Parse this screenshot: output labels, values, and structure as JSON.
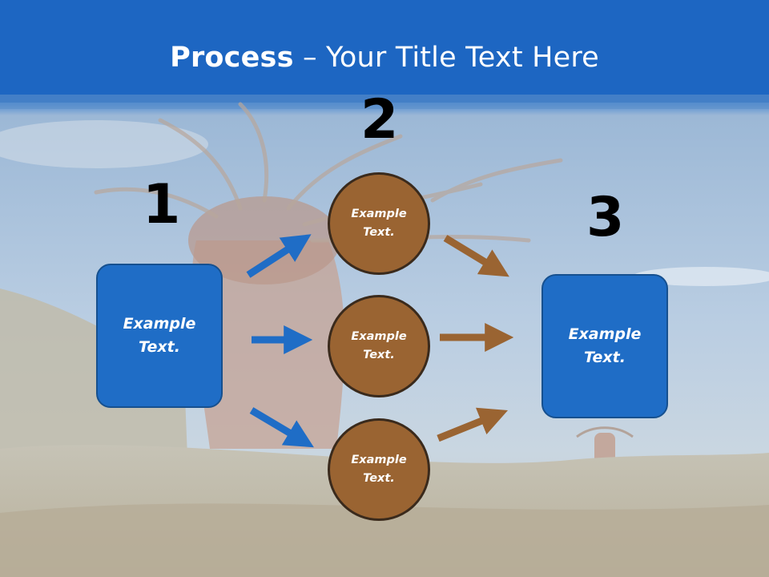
{
  "slide": {
    "title_bold": "Process",
    "title_rest": " – Your Title Text Here"
  },
  "steps": {
    "one": {
      "number": "1",
      "text": "Example\nText."
    },
    "two": {
      "number": "2",
      "circles": [
        "Example\nText.",
        "Example\nText.",
        "Example\nText."
      ]
    },
    "three": {
      "number": "3",
      "text": "Example\nText."
    }
  },
  "colors": {
    "header_blue": "#1a66c4",
    "box_blue": "#1f6dc6",
    "arrow_blue": "#1f6dc6",
    "circle_brown": "#9a6432",
    "arrow_brown": "#9a6432"
  }
}
